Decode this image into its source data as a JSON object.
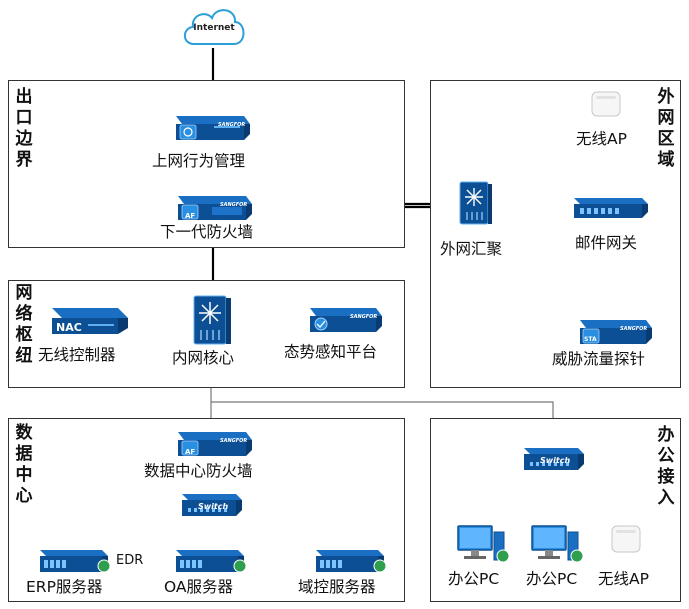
{
  "internet": {
    "label": "Internet"
  },
  "zones": {
    "egress": "出口边界",
    "core": "网络枢纽",
    "dc": "数据中心",
    "external": "外网区域",
    "office": "办公接入"
  },
  "devices": {
    "behavior_mgmt": {
      "label": "上网行为管理",
      "brand": "SANGFOR"
    },
    "ngfw": {
      "label": "下一代防火墙",
      "brand": "SANGFOR",
      "badge": "AF"
    },
    "ext_agg": {
      "label": "外网汇聚"
    },
    "wifi_ap_ext": {
      "label": "无线AP"
    },
    "mail_gw": {
      "label": "邮件网关"
    },
    "threat_probe": {
      "label": "威胁流量探针",
      "brand": "SANGFOR",
      "badge": "STA"
    },
    "wlc": {
      "label": "无线控制器",
      "badge": "NAC"
    },
    "core_switch": {
      "label": "内网核心"
    },
    "situation": {
      "label": "态势感知平台",
      "brand": "SANGFOR"
    },
    "dc_fw": {
      "label": "数据中心防火墙",
      "brand": "SANGFOR",
      "badge": "AF"
    },
    "dc_switch": {
      "badge": "Switch"
    },
    "erp": {
      "label": "ERP服务器",
      "tag": "EDR"
    },
    "oa": {
      "label": "OA服务器"
    },
    "domain": {
      "label": "域控服务器"
    },
    "office_switch": {
      "badge": "Switch"
    },
    "pc1": {
      "label": "办公PC"
    },
    "pc2": {
      "label": "办公PC"
    },
    "wifi_ap_office": {
      "label": "无线AP"
    }
  }
}
